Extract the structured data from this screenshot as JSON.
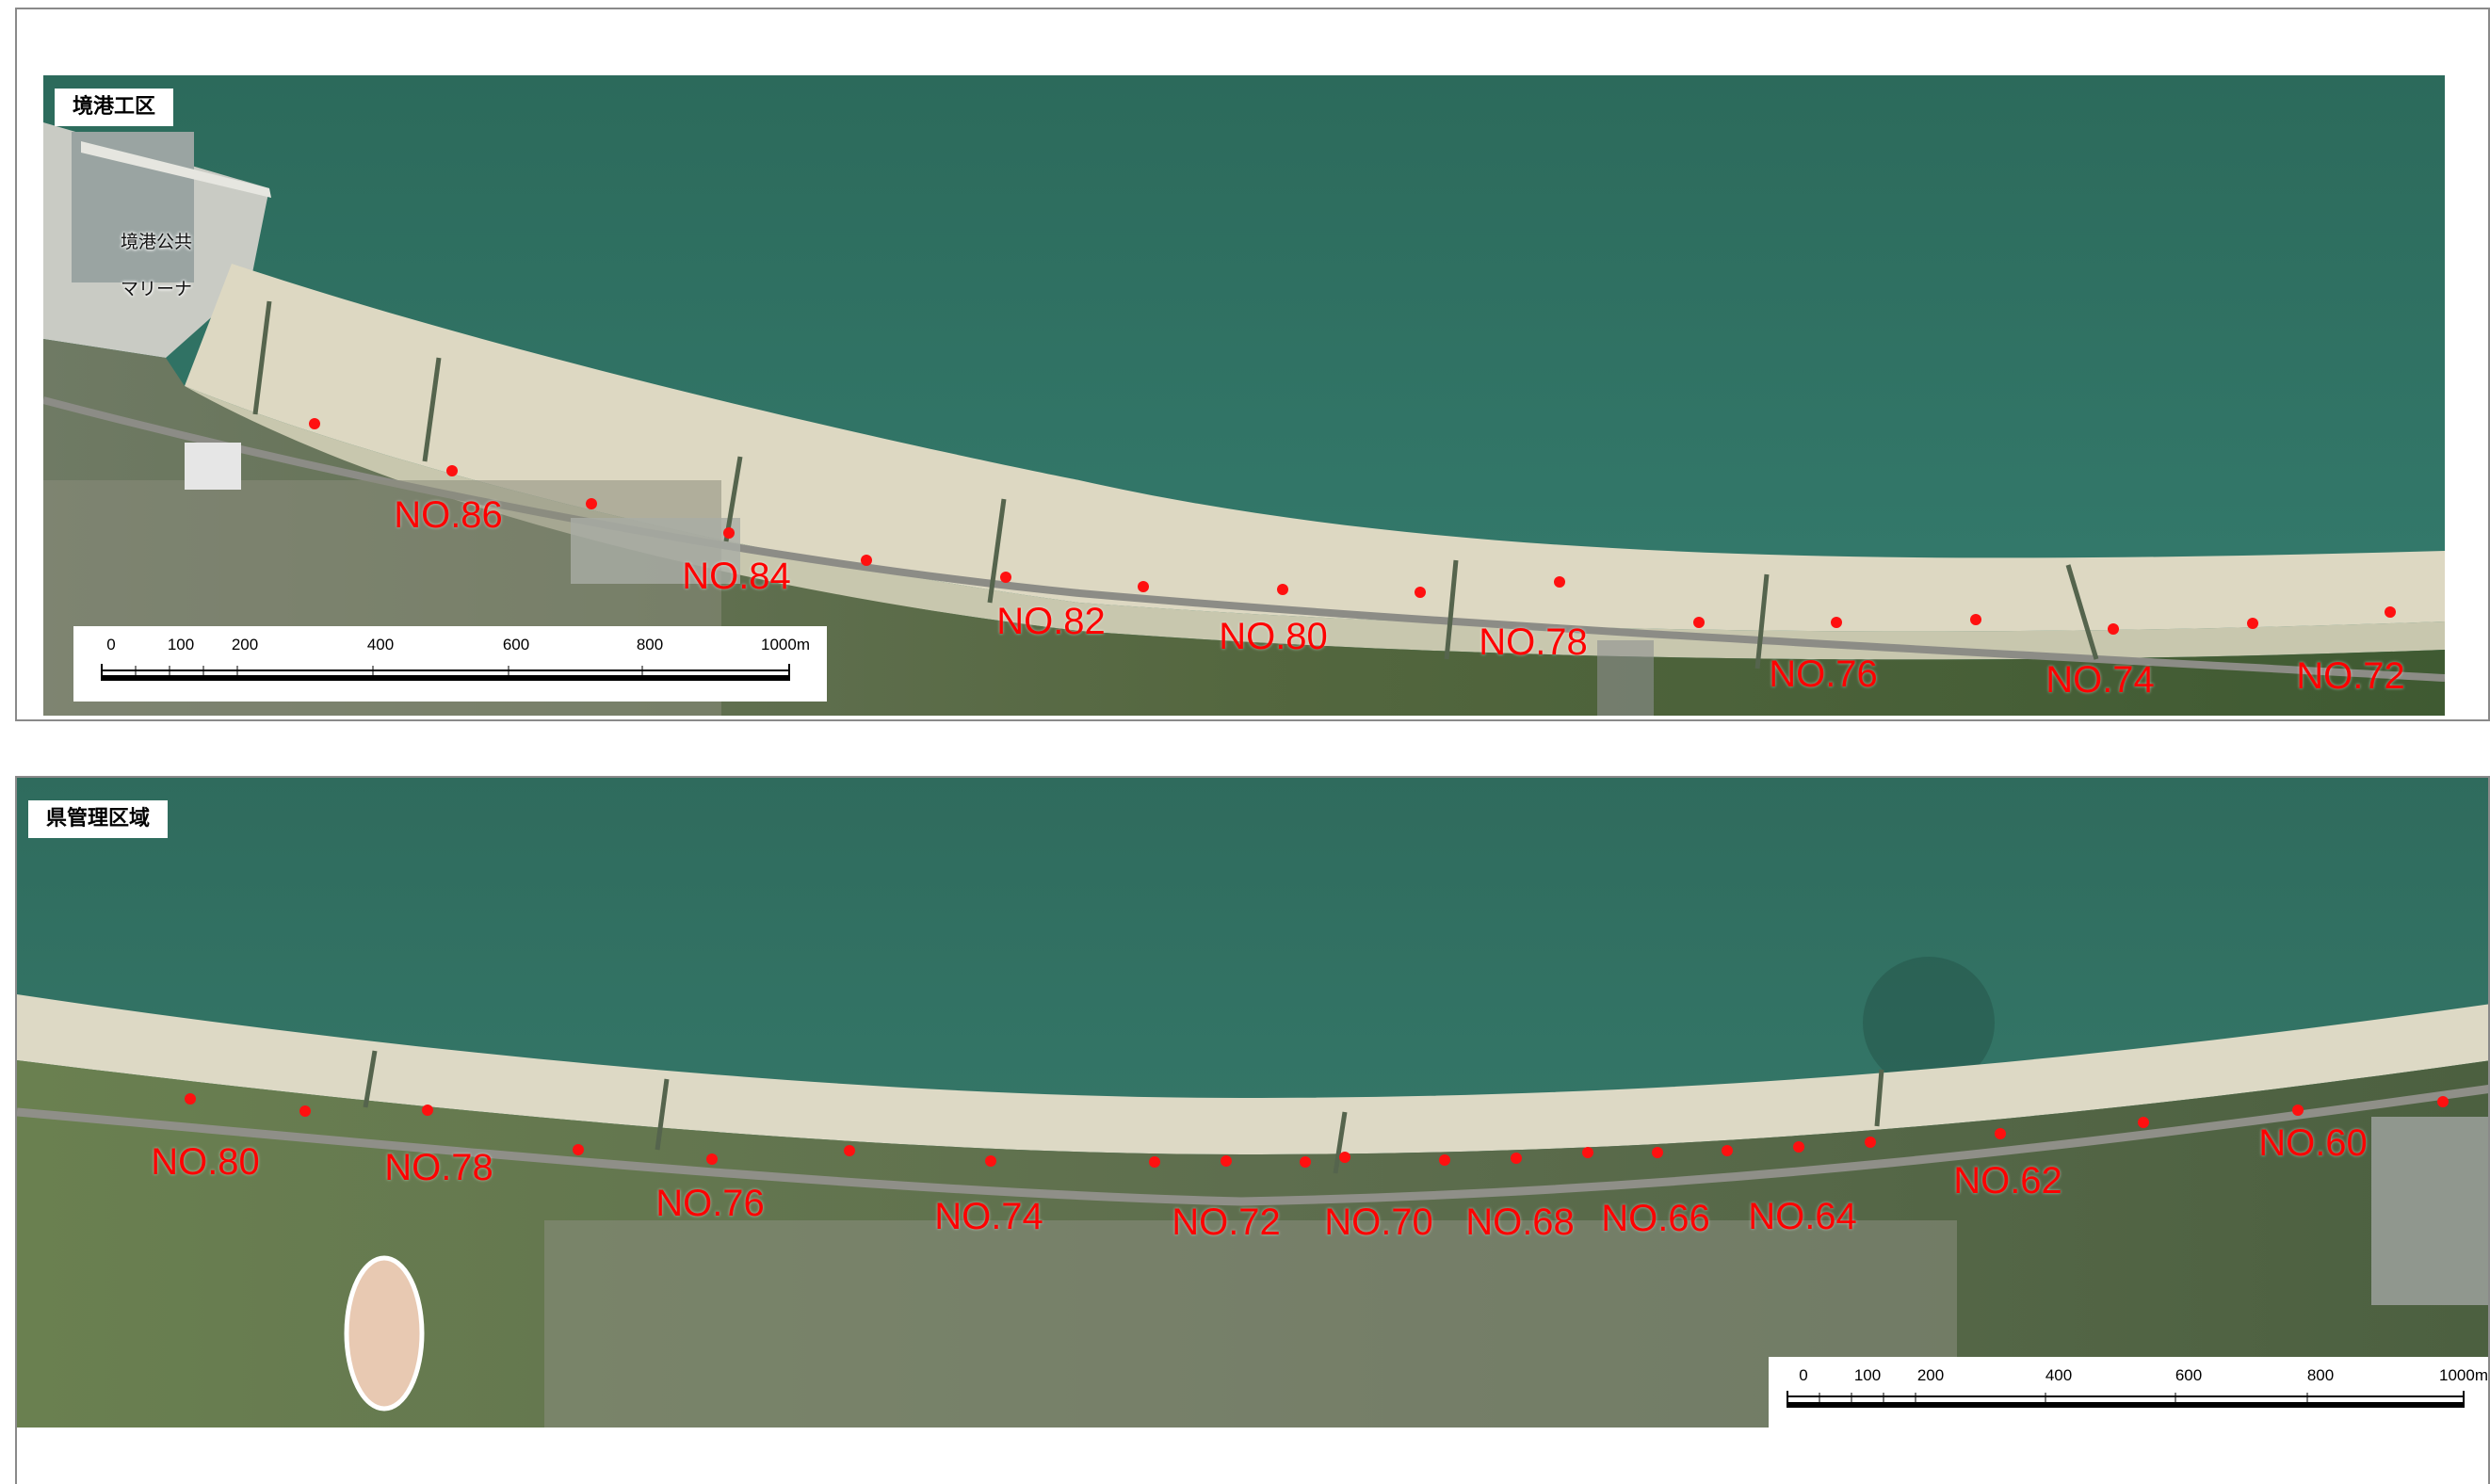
{
  "panel1": {
    "area_label": "境港工区",
    "place_label_line1": "境港公共",
    "place_label_line2": "マリーナ",
    "stations": [
      "NO.86",
      "NO.84",
      "NO.82",
      "NO.80",
      "NO.78",
      "NO.76",
      "NO.74",
      "NO.72"
    ],
    "scale": {
      "ticks": [
        "0",
        "100",
        "200",
        "400",
        "600",
        "800",
        "1000m"
      ]
    }
  },
  "panel2": {
    "area_label": "県管理区域",
    "stations": [
      "NO.80",
      "NO.78",
      "NO.76",
      "NO.74",
      "NO.72",
      "NO.70",
      "NO.68",
      "NO.66",
      "NO.64",
      "NO.62",
      "NO.60"
    ],
    "scale": {
      "ticks": [
        "0",
        "100",
        "200",
        "400",
        "600",
        "800",
        "1000m"
      ]
    }
  },
  "colors": {
    "marker": "#ff0000",
    "sea": "#2f6e5f",
    "beach": "#ddd9c4",
    "land": "#5b6a4a"
  }
}
